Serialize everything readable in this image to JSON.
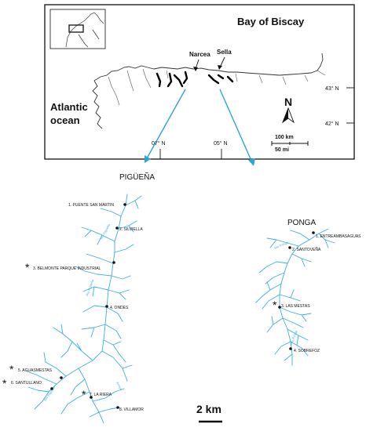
{
  "overview": {
    "bay_label": "Bay of Biscay",
    "ocean_line1": "Atlantic",
    "ocean_line2": "ocean",
    "river_west": "Narcea",
    "river_east": "Sella",
    "lat_43": "43° N",
    "lat_42": "42° N",
    "lon_07": "07° N",
    "lon_05": "05° N",
    "north": "N",
    "scale_km": "100 km",
    "scale_mi": "50 mi"
  },
  "pigueña": {
    "title": "PIGÜEÑA",
    "sites": [
      {
        "label": "1. PUENTE SAN MARTIN",
        "starred": false
      },
      {
        "label": "2. SILVIELLA",
        "starred": false
      },
      {
        "label": "3. BELMONTE PARQUE INDUSTRIAL",
        "starred": true
      },
      {
        "label": "4. ONDES",
        "starred": false
      },
      {
        "label": "5. AGUASMESTAS",
        "starred": true
      },
      {
        "label": "6. SANTULLANO",
        "starred": true
      },
      {
        "label": "7. LA RIERA",
        "starred": true
      },
      {
        "label": "8. VILLAMOR",
        "starred": false
      }
    ]
  },
  "ponga": {
    "title": "PONGA",
    "sites": [
      {
        "label": "1. ENTREAMBASAGUAS",
        "starred": false
      },
      {
        "label": "2. SANTOVEÑA",
        "starred": false
      },
      {
        "label": "3. LAS MESTAS",
        "starred": true
      },
      {
        "label": "4. SOBREFOZ",
        "starred": false
      }
    ]
  },
  "scale_bar": "2 km",
  "colors": {
    "river": "#3ab0e0",
    "arrow": "#2aa4dc",
    "ink": "#111111"
  }
}
